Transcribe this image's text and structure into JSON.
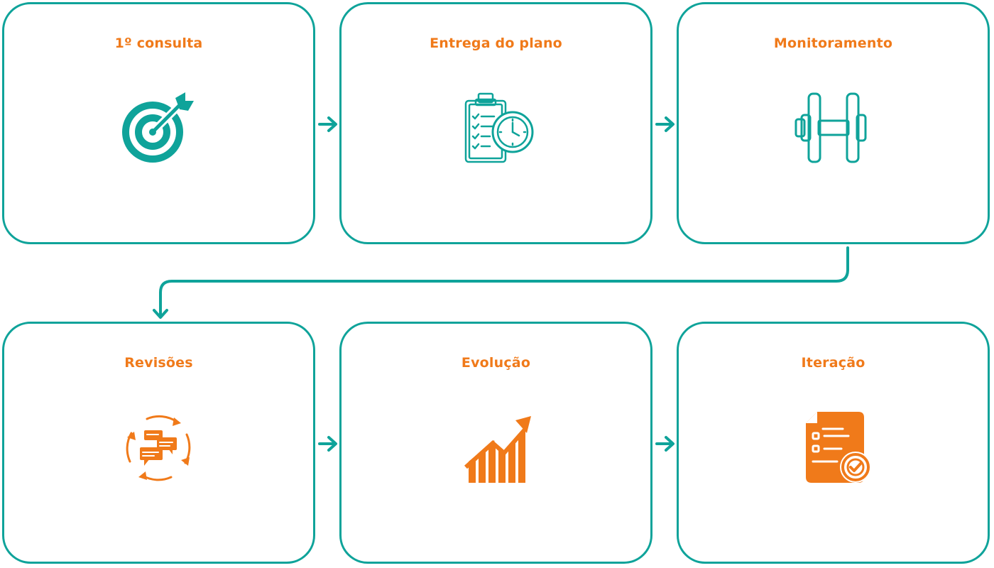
{
  "colors": {
    "teal": "#0fa39a",
    "orange": "#f07a1a"
  },
  "steps": [
    {
      "title": "1º consulta",
      "icon": "target-icon"
    },
    {
      "title": "Entrega do plano",
      "icon": "clipboard-clock-icon"
    },
    {
      "title": "Monitoramento",
      "icon": "dumbbell-icon"
    },
    {
      "title": "Revisões",
      "icon": "chat-cycle-icon"
    },
    {
      "title": "Evolução",
      "icon": "growth-chart-icon"
    },
    {
      "title": "Iteração",
      "icon": "checklist-document-icon"
    }
  ]
}
